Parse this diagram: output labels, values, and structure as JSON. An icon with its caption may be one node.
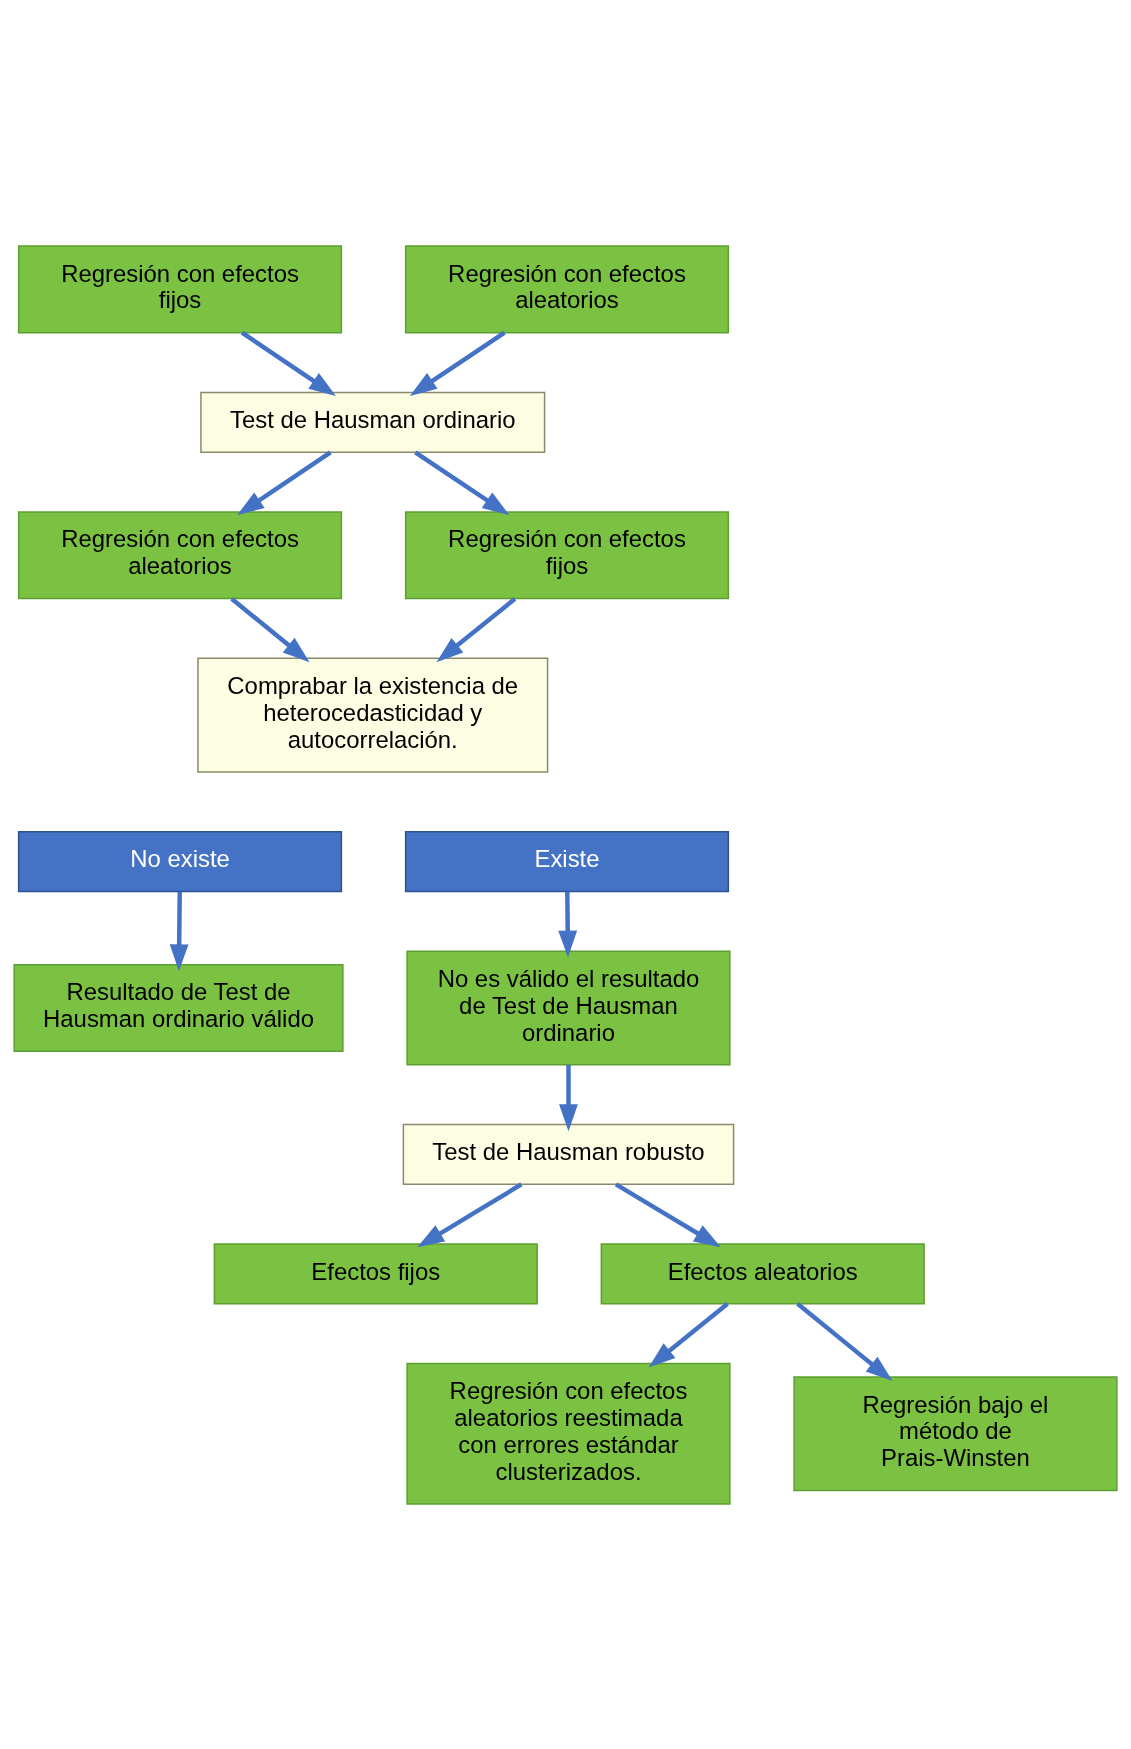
{
  "diagram": {
    "nodes": [
      {
        "text": [
          "Regresión con efectos fijos"
        ]
      },
      {
        "text": [
          "Regresión con efectos aleatorios"
        ]
      },
      {
        "text": [
          "Test de Hausman ordinario"
        ]
      },
      {
        "text": [
          "Regresión con efectos aleatorios"
        ]
      },
      {
        "text": [
          "Regresión con efectos fijos"
        ]
      },
      {
        "text": [
          "Comprabar la existencia de heterocedasticidad y autocorrelación."
        ]
      },
      {
        "text": [
          "No existe"
        ]
      },
      {
        "text": [
          "Existe"
        ]
      },
      {
        "text": [
          "Resultado de Test de Hausman ordinario válido"
        ]
      },
      {
        "text": [
          "No es válido el resultado de Test de Hausman ordinario"
        ]
      },
      {
        "text": [
          "Test de Hausman robusto"
        ]
      },
      {
        "text": [
          "Efectos fijos"
        ]
      },
      {
        "text": [
          "Efectos aleatorios"
        ]
      },
      {
        "text": [
          "Regresión con efectos aleatorios reestimada con errores estándar clusterizados."
        ]
      },
      {
        "text": [
          "Regresión bajo el método de Prais-Winsten"
        ]
      }
    ],
    "edges": [
      {
        "from": 0,
        "to": 2,
        "arrow": "to"
      },
      {
        "from": 1,
        "to": 2,
        "arrow": "to"
      },
      {
        "from": 2,
        "to": 3,
        "arrow": "to"
      },
      {
        "from": 2,
        "to": 4,
        "arrow": "to"
      },
      {
        "from": 3,
        "to": 5,
        "arrow": "to"
      },
      {
        "from": 4,
        "to": 5,
        "arrow": "to"
      },
      {
        "from": 6,
        "to": 8,
        "arrow": "to"
      },
      {
        "from": 7,
        "to": 9,
        "arrow": "to"
      },
      {
        "from": 9,
        "to": 10,
        "arrow": "to"
      },
      {
        "from": 10,
        "to": 11,
        "arrow": "to"
      },
      {
        "from": 10,
        "to": 12,
        "arrow": "to"
      },
      {
        "from": 12,
        "to": 13,
        "arrow": "to"
      },
      {
        "from": 12,
        "to": 14,
        "arrow": "to"
      }
    ]
  }
}
